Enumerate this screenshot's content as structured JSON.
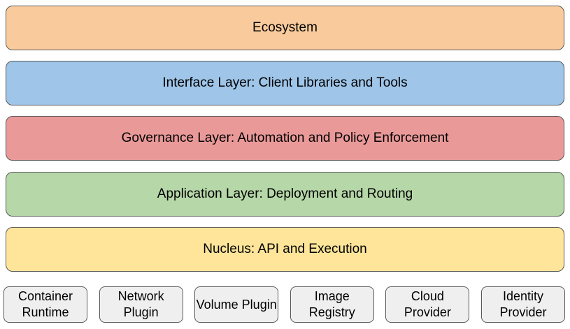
{
  "diagram": {
    "background_color": "#ffffff",
    "border_color": "#595959",
    "text_color": "#000000",
    "layers": [
      {
        "label": "Ecosystem",
        "color": "#f9cb9c"
      },
      {
        "label": "Interface Layer: Client Libraries and Tools",
        "color": "#9fc5e8"
      },
      {
        "label": "Governance Layer: Automation and Policy Enforcement",
        "color": "#ea9999"
      },
      {
        "label": "Application Layer: Deployment and Routing",
        "color": "#b6d7a8"
      },
      {
        "label": "Nucleus: API and Execution",
        "color": "#ffe599"
      }
    ],
    "components": [
      {
        "label": "Container Runtime",
        "color": "#efefef"
      },
      {
        "label": "Network Plugin",
        "color": "#efefef"
      },
      {
        "label": "Volume Plugin",
        "color": "#efefef"
      },
      {
        "label": "Image Registry",
        "color": "#efefef"
      },
      {
        "label": "Cloud Provider",
        "color": "#efefef"
      },
      {
        "label": "Identity Provider",
        "color": "#efefef"
      }
    ]
  }
}
